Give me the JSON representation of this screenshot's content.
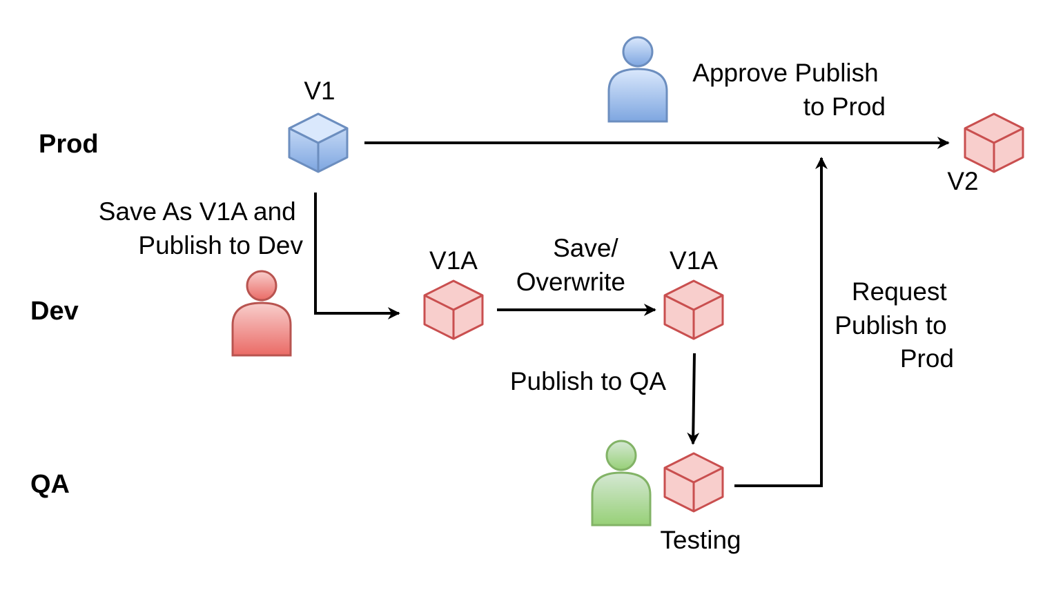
{
  "lanes": {
    "prod": "Prod",
    "dev": "Dev",
    "qa": "QA"
  },
  "nodes": {
    "v1": "V1",
    "v1a_first": "V1A",
    "v1a_second": "V1A",
    "v2": "V2",
    "testing": "Testing"
  },
  "edges": {
    "save_as": [
      "Save As V1A and",
      "Publish to Dev"
    ],
    "save_overwrite": [
      "Save/",
      "Overwrite"
    ],
    "publish_qa": "Publish to QA",
    "request_publish": [
      "Request",
      "Publish to",
      "Prod"
    ],
    "approve_publish": [
      "Approve Publish",
      "to Prod"
    ]
  },
  "colors": {
    "blue_fill": "#7fa7d8",
    "blue_stroke": "#6c8ebf",
    "red_fill": "#f8c8c8",
    "red_stroke": "#c94f4f",
    "dev_user_fill": "#ea6b66",
    "dev_user_stroke": "#b85450",
    "qa_user_fill": "#97d077",
    "qa_user_stroke": "#82b366",
    "line": "#000000"
  },
  "icons": {
    "cube": "cube-icon",
    "user": "user-icon"
  }
}
